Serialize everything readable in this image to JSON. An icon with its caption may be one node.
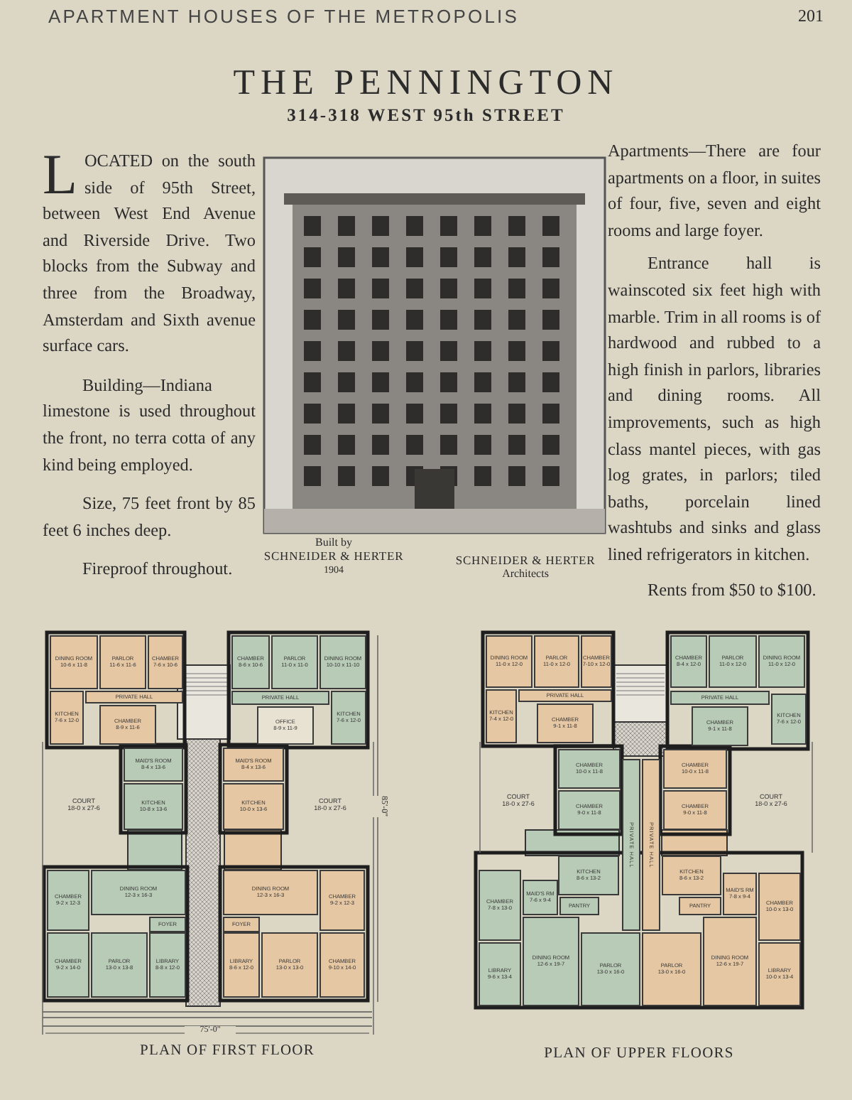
{
  "diagram": {
    "title": "THE PENNINGTON",
    "nodes": [
      {
        "text": [
          "DINING ROOM",
          "10-6 x 11-8"
        ]
      },
      {
        "text": [
          "PARLOR",
          "11-6 x 11-6"
        ]
      },
      {
        "text": [
          "CHAMBER",
          "7-6 x 10-6"
        ]
      },
      {
        "text": [
          "CHAMBER",
          "8-6 x 10-6"
        ]
      },
      {
        "text": [
          "PARLOR",
          "11-0 x 11-0"
        ]
      },
      {
        "text": [
          "DINING ROOM",
          "10-10 x 11-10"
        ]
      },
      {
        "text": [
          "KITCHEN",
          "7-6 x 12-0"
        ]
      },
      {
        "text": [
          "PRIVATE HALL"
        ]
      },
      {
        "text": [
          "PRIVATE HALL"
        ]
      },
      {
        "text": [
          "KITCHEN",
          "7-6 x 12-0"
        ]
      },
      {
        "text": [
          "CHAMBER",
          "8-9 x 11-6"
        ]
      },
      {
        "text": [
          "OFFICE",
          "8-9 x 11-9"
        ]
      },
      {
        "text": [
          "COURT",
          "18-0 x 27-6"
        ]
      },
      {
        "text": [
          "MAID'S ROOM",
          "8-4 x 13-6"
        ]
      },
      {
        "text": [
          "MAID'S ROOM",
          "8-4 x 13-6"
        ]
      },
      {
        "text": [
          "COURT",
          "18-0 x 27-6"
        ]
      },
      {
        "text": [
          "KITCHEN",
          "10-8 x 13-6"
        ]
      },
      {
        "text": [
          "KITCHEN",
          "10-0 x 13-6"
        ]
      },
      {
        "text": [
          "CHAMBER",
          "9-2 x 12-3"
        ]
      },
      {
        "text": [
          "DINING ROOM",
          "12-3 x 16-3"
        ]
      },
      {
        "text": [
          "DINING ROOM",
          "12-3 x 16-3"
        ]
      },
      {
        "text": [
          "CHAMBER",
          "9-2 x 12-3"
        ]
      },
      {
        "text": [
          "FOYER"
        ]
      },
      {
        "text": [
          "FOYER"
        ]
      },
      {
        "text": [
          "CHAMBER",
          "9-2 x 14-0"
        ]
      },
      {
        "text": [
          "PARLOR",
          "13-0 x 13-8"
        ]
      },
      {
        "text": [
          "LIBRARY",
          "8-8 x 12-0"
        ]
      },
      {
        "text": [
          "LIBRARY",
          "8-6 x 12-0"
        ]
      },
      {
        "text": [
          "PARLOR",
          "13-0 x 13-0"
        ]
      },
      {
        "text": [
          "CHAMBER",
          "9-10 x 14-0"
        ]
      },
      {
        "text": [
          "DINING ROOM",
          "11-0 x 12-0"
        ]
      },
      {
        "text": [
          "PARLOR",
          "11-0 x 12-0"
        ]
      },
      {
        "text": [
          "CHAMBER",
          "7-10 x 12-0"
        ]
      },
      {
        "text": [
          "CHAMBER",
          "8-4 x 12-0"
        ]
      },
      {
        "text": [
          "PARLOR",
          "11-0 x 12-0"
        ]
      },
      {
        "text": [
          "DINING ROOM",
          "11-0 x 12-0"
        ]
      },
      {
        "text": [
          "KITCHEN",
          "7-4 x 12-0"
        ]
      },
      {
        "text": [
          "PRIVATE HALL"
        ]
      },
      {
        "text": [
          "PRIVATE HALL"
        ]
      },
      {
        "text": [
          "KITCHEN",
          "7-6 x 12-0"
        ]
      },
      {
        "text": [
          "CHAMBER",
          "9-1 x 11-8"
        ]
      },
      {
        "text": [
          "CHAMBER",
          "9-1 x 11-8"
        ]
      },
      {
        "text": [
          "COURT",
          "18-0 x 27-6"
        ]
      },
      {
        "text": [
          "CHAMBER",
          "10-0 x 11-8"
        ]
      },
      {
        "text": [
          "CHAMBER",
          "10-0 x 11-8"
        ]
      },
      {
        "text": [
          "COURT",
          "18-0 x 27-6"
        ]
      },
      {
        "text": [
          "CHAMBER",
          "9-0 x 11-8"
        ]
      },
      {
        "text": [
          "PRIVATE HALL"
        ]
      },
      {
        "text": [
          "PRIVATE HALL"
        ]
      },
      {
        "text": [
          "CHAMBER",
          "9-0 x 11-8"
        ]
      },
      {
        "text": [
          "KITCHEN",
          "8-6 x 13-2"
        ]
      },
      {
        "text": [
          "KITCHEN",
          "8-6 x 13-2"
        ]
      },
      {
        "text": [
          "CHAMBER",
          "7-8 x 13-0"
        ]
      },
      {
        "text": [
          "MAID'S RM",
          "7-6 x 9-4"
        ]
      },
      {
        "text": [
          "PANTRY"
        ]
      },
      {
        "text": [
          "PANTRY"
        ]
      },
      {
        "text": [
          "MAID'S RM",
          "7-8 x 9-4"
        ]
      },
      {
        "text": [
          "CHAMBER",
          "10-0 x 13-0"
        ]
      },
      {
        "text": [
          "LIBRARY",
          "9-6 x 13-4"
        ]
      },
      {
        "text": [
          "DINING ROOM",
          "12-6 x 19-7"
        ]
      },
      {
        "text": [
          "PARLOR",
          "13-0 x 16-0"
        ]
      },
      {
        "text": [
          "PARLOR",
          "13-0 x 16-0"
        ]
      },
      {
        "text": [
          "DINING ROOM",
          "12-6 x 19-7"
        ]
      },
      {
        "text": [
          "LIBRARY",
          "10-0 x 13-4"
        ]
      }
    ],
    "labels": [
      "APARTMENT HOUSES OF THE METROPOLIS",
      "201",
      "314-318 WEST 95th STREET",
      "LOCATED on the south side of 95th Street, between West End Avenue and Riverside Drive. Two blocks from the Subway and three from the Broadway, Amsterdam and Sixth avenue surface cars.",
      "Building—Indiana limestone is used throughout the front, no terra cotta of any kind being employed.",
      "Size, 75 feet front by 85 feet 6 inches deep.",
      "Fireproof throughout.",
      "Apartments—There are four apartments on a floor, in suites of four, five, seven and eight rooms and large foyer.",
      "Entrance hall is wainscoted six feet high with marble. Trim in all rooms is of hardwood and rubbed to a high finish in parlors, libraries and dining rooms. All improvements, such as high class mantel pieces, with gas log grates, in parlors; tiled baths, porcelain lined washtubs and sinks and glass lined refrigerators in kitchen.",
      "Rents from $50 to $100.",
      "Built by",
      "SCHNEIDER & HERTER",
      "1904",
      "SCHNEIDER & HERTER",
      "Architects",
      "75'-0\"",
      "85'-0\"",
      "PLAN OF FIRST FLOOR",
      "PLAN OF UPPER FLOORS"
    ]
  }
}
